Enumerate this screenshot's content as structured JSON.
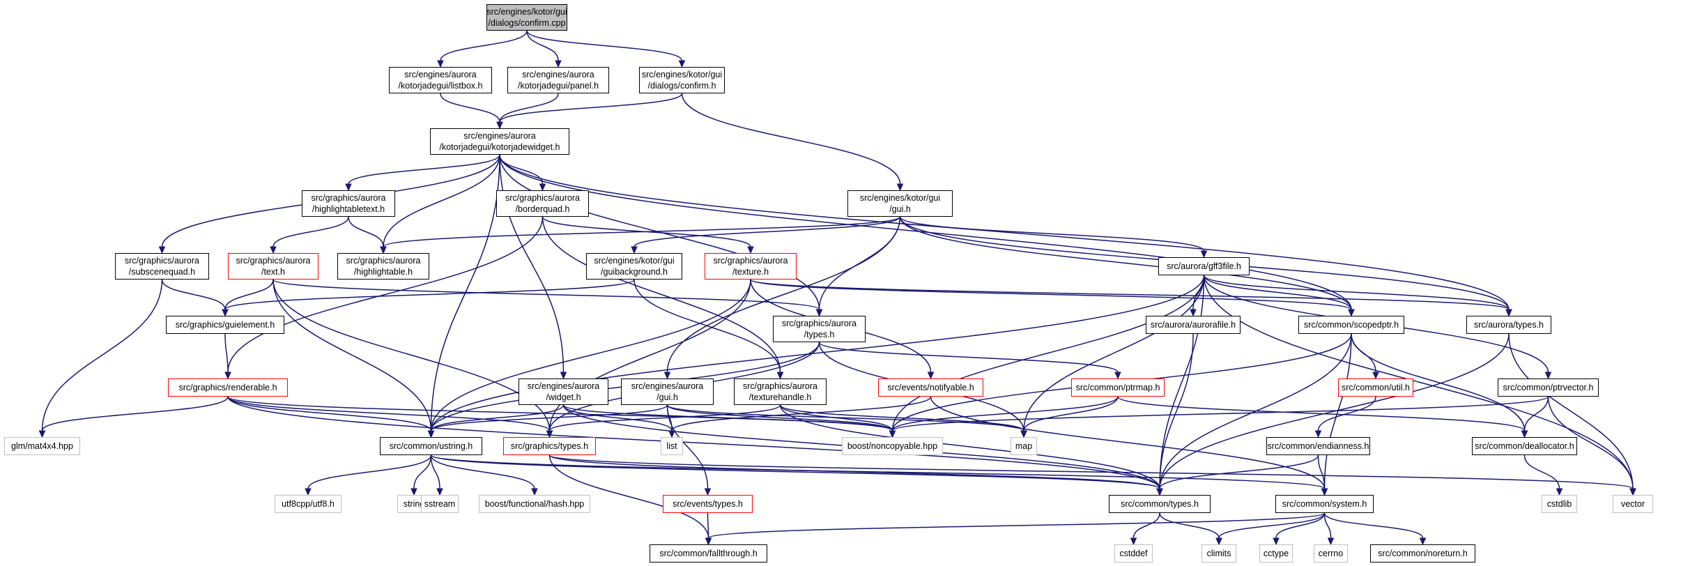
{
  "nodes": [
    {
      "id": "root",
      "label": "src/engines/kotor/gui\n/dialogs/confirm.cpp",
      "style": "root"
    },
    {
      "id": "listbox",
      "label": "src/engines/aurora\n/kotorjadegui/listbox.h",
      "style": "black"
    },
    {
      "id": "panel",
      "label": "src/engines/aurora\n/kotorjadegui/panel.h",
      "style": "black"
    },
    {
      "id": "confirm_h",
      "label": "src/engines/kotor/gui\n/dialogs/confirm.h",
      "style": "black"
    },
    {
      "id": "kjwidget",
      "label": "src/engines/aurora\n/kotorjadegui/kotorjadewidget.h",
      "style": "black"
    },
    {
      "id": "hltext",
      "label": "src/graphics/aurora\n/highlightabletext.h",
      "style": "black"
    },
    {
      "id": "borderquad",
      "label": "src/graphics/aurora\n/borderquad.h",
      "style": "black"
    },
    {
      "id": "kgui",
      "label": "src/engines/kotor/gui\n/gui.h",
      "style": "black"
    },
    {
      "id": "subscene",
      "label": "src/graphics/aurora\n/subscenequad.h",
      "style": "black"
    },
    {
      "id": "text",
      "label": "src/graphics/aurora\n/text.h",
      "style": "red"
    },
    {
      "id": "highlightable",
      "label": "src/graphics/aurora\n/highlightable.h",
      "style": "black"
    },
    {
      "id": "guibg",
      "label": "src/engines/kotor/gui\n/guibackground.h",
      "style": "black"
    },
    {
      "id": "texture",
      "label": "src/graphics/aurora\n/texture.h",
      "style": "red"
    },
    {
      "id": "gff3",
      "label": "src/aurora/gff3file.h",
      "style": "black"
    },
    {
      "id": "guielement",
      "label": "src/graphics/guielement.h",
      "style": "black"
    },
    {
      "id": "gtypes_a",
      "label": "src/graphics/aurora\n/types.h",
      "style": "black"
    },
    {
      "id": "aurorafile",
      "label": "src/aurora/aurorafile.h",
      "style": "black"
    },
    {
      "id": "scopedptr",
      "label": "src/common/scopedptr.h",
      "style": "black"
    },
    {
      "id": "atypes",
      "label": "src/aurora/types.h",
      "style": "black"
    },
    {
      "id": "renderable",
      "label": "src/graphics/renderable.h",
      "style": "red"
    },
    {
      "id": "widget",
      "label": "src/engines/aurora\n/widget.h",
      "style": "black"
    },
    {
      "id": "egui",
      "label": "src/engines/aurora\n/gui.h",
      "style": "black"
    },
    {
      "id": "texhandle",
      "label": "src/graphics/aurora\n/texturehandle.h",
      "style": "black"
    },
    {
      "id": "notifyable",
      "label": "src/events/notifyable.h",
      "style": "red"
    },
    {
      "id": "ptrmap",
      "label": "src/common/ptrmap.h",
      "style": "red"
    },
    {
      "id": "util",
      "label": "src/common/util.h",
      "style": "red"
    },
    {
      "id": "ptrvector",
      "label": "src/common/ptrvector.h",
      "style": "black"
    },
    {
      "id": "glm",
      "label": "glm/mat4x4.hpp",
      "style": "gray"
    },
    {
      "id": "ustring",
      "label": "src/common/ustring.h",
      "style": "black"
    },
    {
      "id": "gtypes",
      "label": "src/graphics/types.h",
      "style": "red"
    },
    {
      "id": "list",
      "label": "list",
      "style": "gray"
    },
    {
      "id": "noncopy",
      "label": "boost/noncopyable.hpp",
      "style": "gray"
    },
    {
      "id": "map",
      "label": "map",
      "style": "gray"
    },
    {
      "id": "endian",
      "label": "src/common/endianness.h",
      "style": "black"
    },
    {
      "id": "dealloc",
      "label": "src/common/deallocator.h",
      "style": "black"
    },
    {
      "id": "utf8",
      "label": "utf8cpp/utf8.h",
      "style": "gray"
    },
    {
      "id": "string",
      "label": "string",
      "style": "gray"
    },
    {
      "id": "sstream",
      "label": "sstream",
      "style": "gray"
    },
    {
      "id": "hash",
      "label": "boost/functional/hash.hpp",
      "style": "gray"
    },
    {
      "id": "evtypes",
      "label": "src/events/types.h",
      "style": "red"
    },
    {
      "id": "ctypes",
      "label": "src/common/types.h",
      "style": "black"
    },
    {
      "id": "system",
      "label": "src/common/system.h",
      "style": "black"
    },
    {
      "id": "cstdlib",
      "label": "cstdlib",
      "style": "gray"
    },
    {
      "id": "vector",
      "label": "vector",
      "style": "gray"
    },
    {
      "id": "fallthrough",
      "label": "src/common/fallthrough.h",
      "style": "black"
    },
    {
      "id": "cstddef",
      "label": "cstddef",
      "style": "gray"
    },
    {
      "id": "climits",
      "label": "climits",
      "style": "gray"
    },
    {
      "id": "cctype",
      "label": "cctype",
      "style": "gray"
    },
    {
      "id": "cerrno",
      "label": "cerrno",
      "style": "gray"
    },
    {
      "id": "noreturn",
      "label": "src/common/noreturn.h",
      "style": "black"
    }
  ],
  "edges": [
    [
      "root",
      "listbox"
    ],
    [
      "root",
      "panel"
    ],
    [
      "root",
      "confirm_h"
    ],
    [
      "listbox",
      "kjwidget"
    ],
    [
      "panel",
      "kjwidget"
    ],
    [
      "confirm_h",
      "kjwidget"
    ],
    [
      "confirm_h",
      "kgui"
    ],
    [
      "kjwidget",
      "hltext"
    ],
    [
      "kjwidget",
      "borderquad"
    ],
    [
      "kjwidget",
      "subscene"
    ],
    [
      "kjwidget",
      "highlightable"
    ],
    [
      "kjwidget",
      "gtypes_a"
    ],
    [
      "kjwidget",
      "widget"
    ],
    [
      "kjwidget",
      "ustring"
    ],
    [
      "kjwidget",
      "scopedptr"
    ],
    [
      "kjwidget",
      "atypes"
    ],
    [
      "hltext",
      "text"
    ],
    [
      "hltext",
      "highlightable"
    ],
    [
      "borderquad",
      "texture"
    ],
    [
      "borderquad",
      "renderable"
    ],
    [
      "borderquad",
      "texhandle"
    ],
    [
      "kgui",
      "guibg"
    ],
    [
      "kgui",
      "gff3"
    ],
    [
      "kgui",
      "highlightable"
    ],
    [
      "kgui",
      "gtypes_a"
    ],
    [
      "kgui",
      "egui"
    ],
    [
      "kgui",
      "scopedptr"
    ],
    [
      "kgui",
      "atypes"
    ],
    [
      "subscene",
      "guielement"
    ],
    [
      "subscene",
      "glm"
    ],
    [
      "text",
      "guielement"
    ],
    [
      "text",
      "gtypes_a"
    ],
    [
      "text",
      "gtypes"
    ],
    [
      "text",
      "ustring"
    ],
    [
      "guibg",
      "guielement"
    ],
    [
      "guibg",
      "texhandle"
    ],
    [
      "texture",
      "scopedptr"
    ],
    [
      "texture",
      "notifyable"
    ],
    [
      "texture",
      "gtypes"
    ],
    [
      "texture",
      "ustring"
    ],
    [
      "texture",
      "atypes"
    ],
    [
      "gff3",
      "aurorafile"
    ],
    [
      "gff3",
      "scopedptr"
    ],
    [
      "gff3",
      "atypes"
    ],
    [
      "gff3",
      "ptrvector"
    ],
    [
      "gff3",
      "vector"
    ],
    [
      "gff3",
      "map"
    ],
    [
      "gff3",
      "noncopy"
    ],
    [
      "gff3",
      "ctypes"
    ],
    [
      "gff3",
      "ustring"
    ],
    [
      "guielement",
      "renderable"
    ],
    [
      "gtypes_a",
      "ustring"
    ],
    [
      "gtypes_a",
      "gtypes"
    ],
    [
      "gtypes_a",
      "ptrmap"
    ],
    [
      "gtypes_a",
      "map"
    ],
    [
      "aurorafile",
      "ctypes"
    ],
    [
      "scopedptr",
      "util"
    ],
    [
      "scopedptr",
      "dealloc"
    ],
    [
      "scopedptr",
      "noncopy"
    ],
    [
      "scopedptr",
      "ctypes"
    ],
    [
      "scopedptr",
      "system"
    ],
    [
      "atypes",
      "ctypes"
    ],
    [
      "atypes",
      "vector"
    ],
    [
      "renderable",
      "glm"
    ],
    [
      "renderable",
      "ustring"
    ],
    [
      "renderable",
      "gtypes"
    ],
    [
      "renderable",
      "noncopy"
    ],
    [
      "renderable",
      "ctypes"
    ],
    [
      "widget",
      "ustring"
    ],
    [
      "widget",
      "list"
    ],
    [
      "widget",
      "noncopy"
    ],
    [
      "widget",
      "ctypes"
    ],
    [
      "egui",
      "list"
    ],
    [
      "egui",
      "ustring"
    ],
    [
      "egui",
      "noncopy"
    ],
    [
      "egui",
      "map"
    ],
    [
      "egui",
      "evtypes"
    ],
    [
      "texhandle",
      "noncopy"
    ],
    [
      "texhandle",
      "ctypes"
    ],
    [
      "texhandle",
      "gtypes"
    ],
    [
      "texhandle",
      "map"
    ],
    [
      "notifyable",
      "list"
    ],
    [
      "notifyable",
      "system"
    ],
    [
      "ptrmap",
      "noncopy"
    ],
    [
      "ptrmap",
      "map"
    ],
    [
      "ptrmap",
      "dealloc"
    ],
    [
      "util",
      "endian"
    ],
    [
      "ptrvector",
      "noncopy"
    ],
    [
      "ptrvector",
      "dealloc"
    ],
    [
      "ptrvector",
      "vector"
    ],
    [
      "ustring",
      "utf8"
    ],
    [
      "ustring",
      "string"
    ],
    [
      "ustring",
      "sstream"
    ],
    [
      "ustring",
      "hash"
    ],
    [
      "ustring",
      "ctypes"
    ],
    [
      "ustring",
      "system"
    ],
    [
      "gtypes",
      "ctypes"
    ],
    [
      "gtypes",
      "fallthrough"
    ],
    [
      "gtypes",
      "vector"
    ],
    [
      "evtypes",
      "fallthrough"
    ],
    [
      "endian",
      "ctypes"
    ],
    [
      "endian",
      "system"
    ],
    [
      "dealloc",
      "cstdlib"
    ],
    [
      "ctypes",
      "cstddef"
    ],
    [
      "ctypes",
      "climits"
    ],
    [
      "system",
      "fallthrough"
    ],
    [
      "system",
      "climits"
    ],
    [
      "system",
      "cctype"
    ],
    [
      "system",
      "cerrno"
    ],
    [
      "system",
      "noreturn"
    ]
  ]
}
